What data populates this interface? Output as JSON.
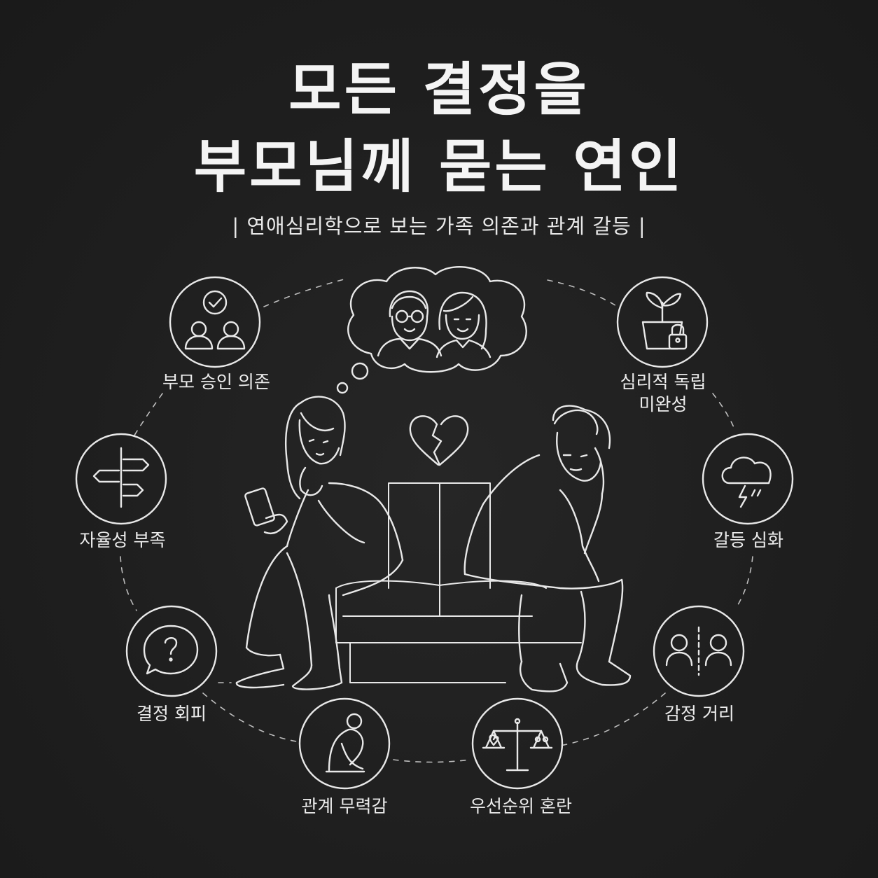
{
  "title": {
    "line1": "모든 결정을",
    "line2": "부모님께 묻는 연인"
  },
  "subtitle": "| 연애심리학으로 보는 가족 의존과 관계 갈등 |",
  "colors": {
    "background": "#1e1e1e",
    "line": "#e8e8e8",
    "text": "#f2f2f2"
  },
  "labels": {
    "parent_approval": "부모 승인 의존",
    "independence_line1": "심리적 독립",
    "independence_line2": "미완성",
    "autonomy": "자율성 부족",
    "conflict": "갈등 심화",
    "avoidance": "결정 회피",
    "distance": "감정 거리",
    "helplessness": "관계 무력감",
    "priority": "우선순위 혼란"
  },
  "icons": {
    "parent_approval": "approval-people-icon",
    "independence": "locked-plant-icon",
    "autonomy": "crossroad-sign-icon",
    "conflict": "storm-cloud-icon",
    "avoidance": "question-bubble-icon",
    "distance": "divided-people-icon",
    "helplessness": "crouching-person-icon",
    "priority": "balance-scale-icon",
    "heart": "broken-heart-icon",
    "thought": "parents-thought-bubble-icon"
  }
}
